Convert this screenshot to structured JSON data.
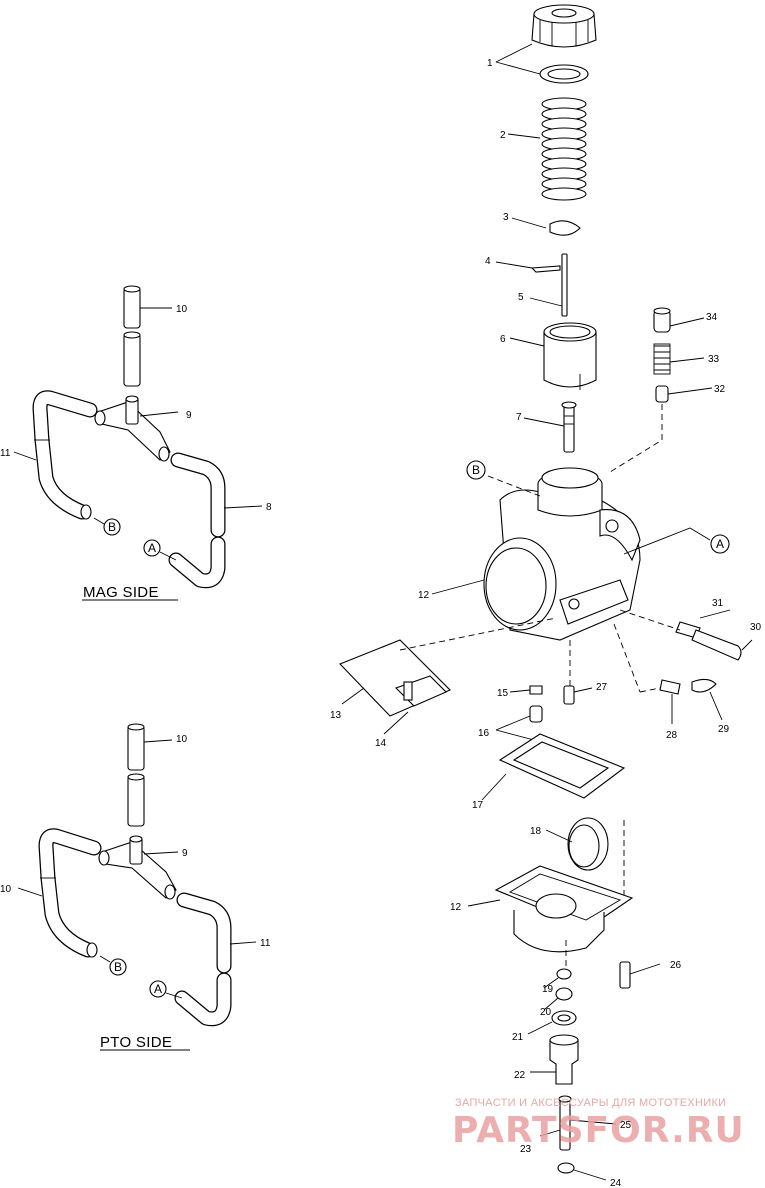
{
  "callouts": {
    "c1": "1",
    "c2": "2",
    "c3": "3",
    "c4": "4",
    "c5": "5",
    "c6": "6",
    "c7": "7",
    "c8": "8",
    "c9a": "9",
    "c10a": "10",
    "c11a": "11",
    "c12a": "12",
    "c13": "13",
    "c14": "14",
    "c15": "15",
    "c16": "16",
    "c17": "17",
    "c18": "18",
    "c12b": "12",
    "c19": "19",
    "c20": "20",
    "c21": "21",
    "c22": "22",
    "c23": "23",
    "c24": "24",
    "c25": "25",
    "c26": "26",
    "c27": "27",
    "c28": "28",
    "c29": "29",
    "c30": "30",
    "c31": "31",
    "c32": "32",
    "c33": "33",
    "c34": "34",
    "c10b": "10",
    "c9b": "9",
    "c10c": "10",
    "c11b": "11"
  },
  "letters": {
    "a_mag": "A",
    "b_mag": "B",
    "a_pto": "A",
    "b_pto": "B",
    "a_carb": "A",
    "b_carb": "B"
  },
  "sections": {
    "mag": "MAG SIDE",
    "pto": "PTO SIDE"
  },
  "watermark": {
    "line1": "ЗАПЧАСТИ И АКСЕССУАРЫ ДЛЯ МОТОТЕХНИКИ",
    "line2": "PARTSFOR.RU"
  }
}
